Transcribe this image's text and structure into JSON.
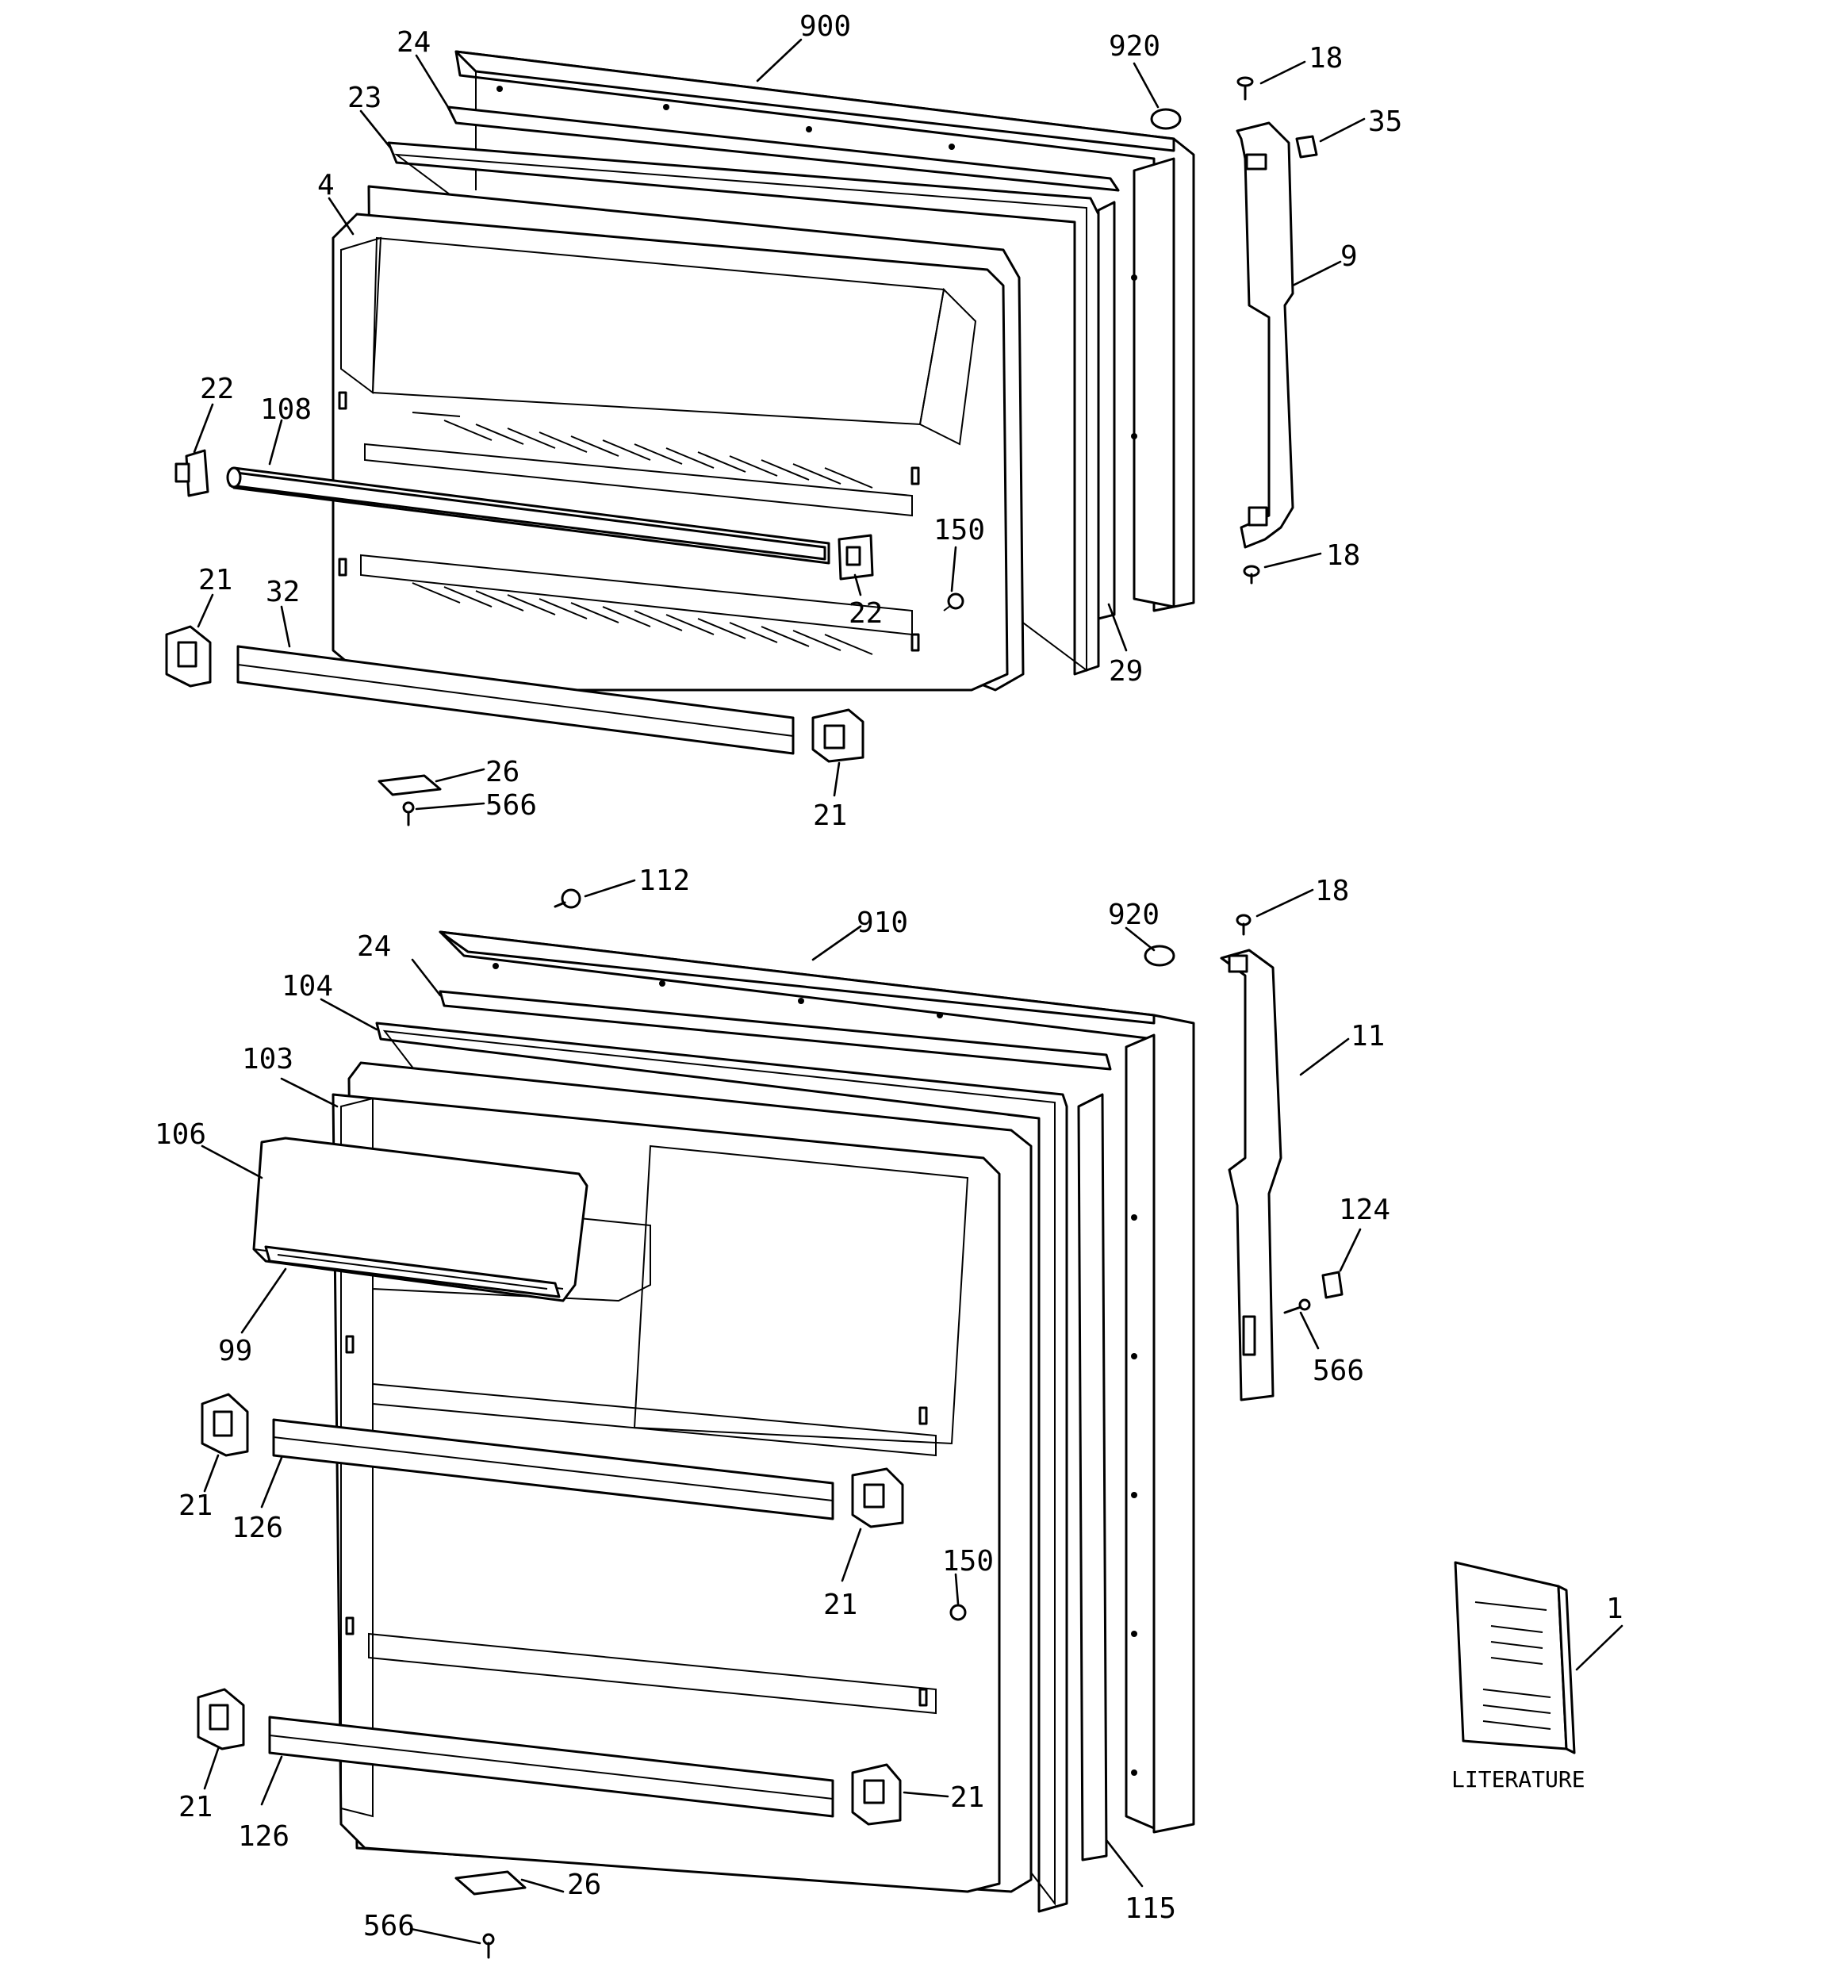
{
  "diagram": {
    "literature_caption": "LITERATURE",
    "upper_assembly": {
      "callouts": [
        "900",
        "24",
        "23",
        "4",
        "920",
        "18",
        "35",
        "9",
        "22",
        "108",
        "150",
        "22",
        "21",
        "32",
        "29",
        "18",
        "26",
        "566",
        "21"
      ]
    },
    "lower_assembly": {
      "callouts": [
        "112",
        "910",
        "24",
        "104",
        "103",
        "106",
        "920",
        "18",
        "11",
        "124",
        "566",
        "99",
        "21",
        "126",
        "150",
        "21",
        "1",
        "21",
        "126",
        "21",
        "26",
        "566",
        "115"
      ]
    }
  }
}
